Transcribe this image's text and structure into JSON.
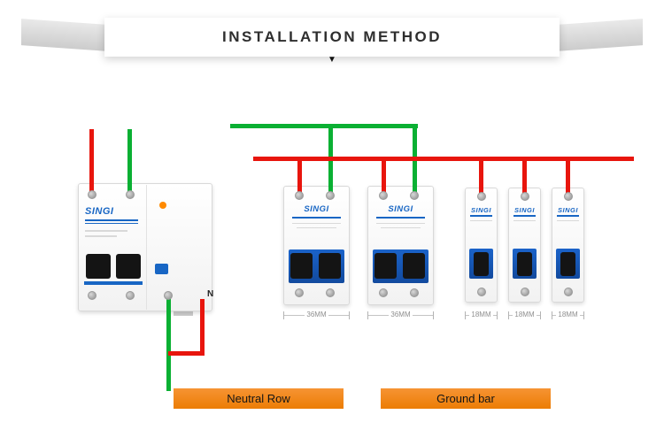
{
  "header": {
    "title": "INSTALLATION METHOD",
    "arrow_icon": "▼"
  },
  "diagram": {
    "main_breaker": {
      "brand": "SINGI",
      "n_label": "N"
    },
    "two_pole_breakers": [
      {
        "brand": "SINGI",
        "width_label": "36MM"
      },
      {
        "brand": "SINGI",
        "width_label": "36MM"
      }
    ],
    "one_pole_breakers": [
      {
        "brand": "SINGI",
        "width_label": "18MM"
      },
      {
        "brand": "SINGI",
        "width_label": "18MM"
      },
      {
        "brand": "SINGI",
        "width_label": "18MM"
      }
    ],
    "bars": {
      "neutral": {
        "label": "Neutral Row"
      },
      "ground": {
        "label": "Ground bar"
      }
    },
    "colors": {
      "live_wire": "#E8150D",
      "neutral_wire": "#0AB033",
      "bar_orange": "#F0831F",
      "brand_blue": "#1866C4"
    }
  }
}
